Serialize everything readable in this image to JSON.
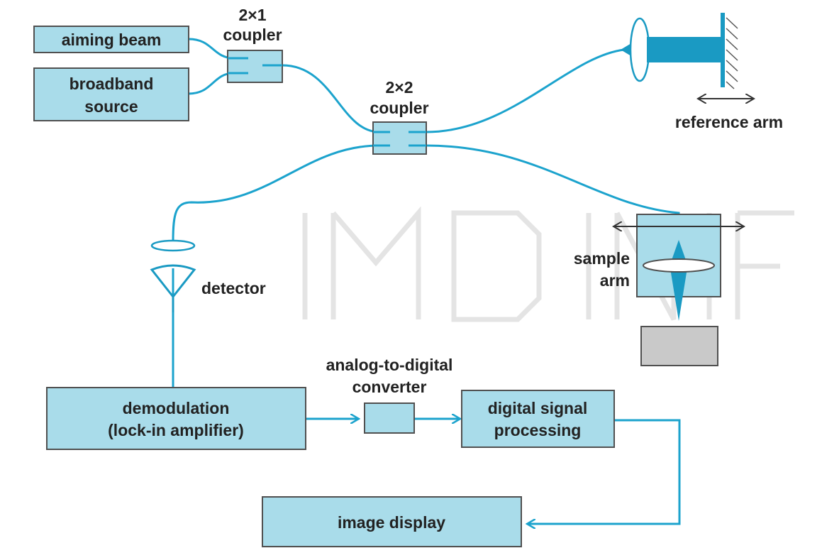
{
  "colors": {
    "box_fill": "#a9dcea",
    "box_stroke": "#505050",
    "fiber": "#1ca3cd",
    "beam": "#1a9ac3",
    "stage_fill": "#a9dcea",
    "sample_fill": "#c9c9c9",
    "text": "#222222",
    "watermark": "#e4e4e4"
  },
  "nodes": {
    "aiming_beam": "aiming beam",
    "broadband_source": [
      "broadband",
      "source"
    ],
    "coupler_2x1": [
      "2×1",
      "coupler"
    ],
    "coupler_2x2": [
      "2×2",
      "coupler"
    ],
    "reference_arm": "reference arm",
    "sample_arm": [
      "sample",
      "arm"
    ],
    "detector": "detector",
    "demodulation": [
      "demodulation",
      "(lock-in amplifier)"
    ],
    "adc": [
      "analog-to-digital",
      "converter"
    ],
    "dsp": [
      "digital signal",
      "processing"
    ],
    "image_display": "image display"
  },
  "edges": [
    {
      "from": "aiming_beam",
      "to": "coupler_2x1"
    },
    {
      "from": "broadband_source",
      "to": "coupler_2x1"
    },
    {
      "from": "coupler_2x1",
      "to": "coupler_2x2"
    },
    {
      "from": "coupler_2x2",
      "to": "reference_arm"
    },
    {
      "from": "coupler_2x2",
      "to": "sample_arm"
    },
    {
      "from": "coupler_2x2",
      "to": "detector"
    },
    {
      "from": "detector",
      "to": "demodulation"
    },
    {
      "from": "demodulation",
      "to": "adc"
    },
    {
      "from": "adc",
      "to": "dsp"
    },
    {
      "from": "dsp",
      "to": "image_display"
    }
  ]
}
